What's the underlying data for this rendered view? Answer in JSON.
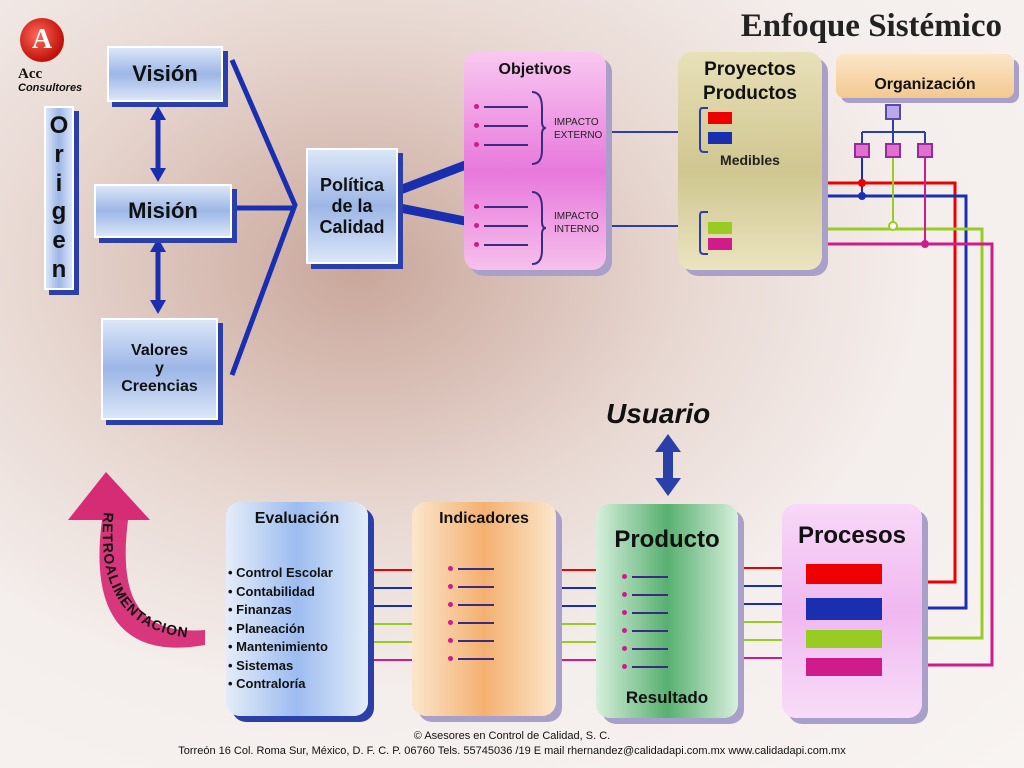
{
  "title": "Enfoque Sistémico",
  "logo": {
    "mark": "A",
    "line1": "Acc",
    "line2": "Consultores"
  },
  "origen": {
    "letters": [
      "O",
      "r",
      "i",
      "g",
      "e",
      "n"
    ]
  },
  "left": {
    "vision": "Visión",
    "mision": "Misión",
    "valores": [
      "Valores",
      "y",
      "Creencias"
    ]
  },
  "politica": [
    "Política",
    "de  la",
    "Calidad"
  ],
  "objetivos": {
    "title": "Objetivos",
    "impacto_externo": [
      "IMPACTO",
      "EXTERNO"
    ],
    "impacto_interno": [
      "IMPACTO",
      "INTERNO"
    ]
  },
  "proyectos": {
    "title": [
      "Proyectos",
      "Productos"
    ],
    "medibles": "Medibles"
  },
  "organizacion": {
    "title": "Organización"
  },
  "usuario": "Usuario",
  "retroalimentacion": "RETROALIMENTACION",
  "evaluacion": {
    "title": "Evaluación",
    "items": [
      "• Control Escolar",
      "• Contabilidad",
      "• Finanzas",
      "• Planeación",
      "• Mantenimiento",
      "• Sistemas",
      "• Contraloría"
    ]
  },
  "indicadores": {
    "title": "Indicadores"
  },
  "producto": {
    "title": "Producto",
    "resultado": "Resultado"
  },
  "procesos": {
    "title": "Procesos"
  },
  "colors": {
    "red": "#ee0000",
    "blue": "#1a2fb0",
    "green": "#99cc22",
    "magenta": "#d01c8b",
    "navy": "#2a3fa8"
  },
  "footer": {
    "line1": "© Asesores en Control de Calidad, S. C.",
    "line2": "Torreón 16 Col. Roma Sur, México, D. F.  C. P. 06760    Tels. 55745036 /19   E mail rhernandez@calidadapi.com.mx       www.calidadapi.com.mx"
  }
}
